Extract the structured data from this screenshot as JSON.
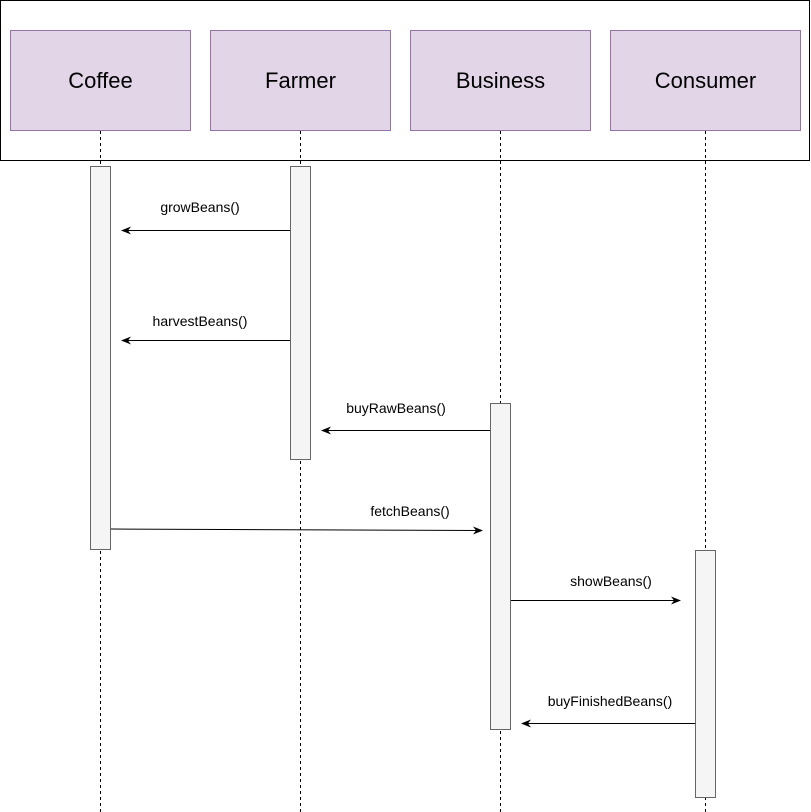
{
  "colors": {
    "participant_fill": "#e1d5e7",
    "participant_stroke": "#9673a6",
    "activation_fill": "#f5f5f5",
    "activation_stroke": "#666666",
    "line": "#000000"
  },
  "participants": [
    {
      "id": "coffee",
      "label": "Coffee"
    },
    {
      "id": "farmer",
      "label": "Farmer"
    },
    {
      "id": "business",
      "label": "Business"
    },
    {
      "id": "consumer",
      "label": "Consumer"
    }
  ],
  "messages": [
    {
      "from": "farmer",
      "to": "coffee",
      "label": "growBeans()"
    },
    {
      "from": "farmer",
      "to": "coffee",
      "label": "harvestBeans()"
    },
    {
      "from": "business",
      "to": "farmer",
      "label": "buyRawBeans()"
    },
    {
      "from": "coffee",
      "to": "business",
      "label": "fetchBeans()"
    },
    {
      "from": "business",
      "to": "consumer",
      "label": "showBeans()"
    },
    {
      "from": "consumer",
      "to": "business",
      "label": "buyFinishedBeans()"
    }
  ]
}
